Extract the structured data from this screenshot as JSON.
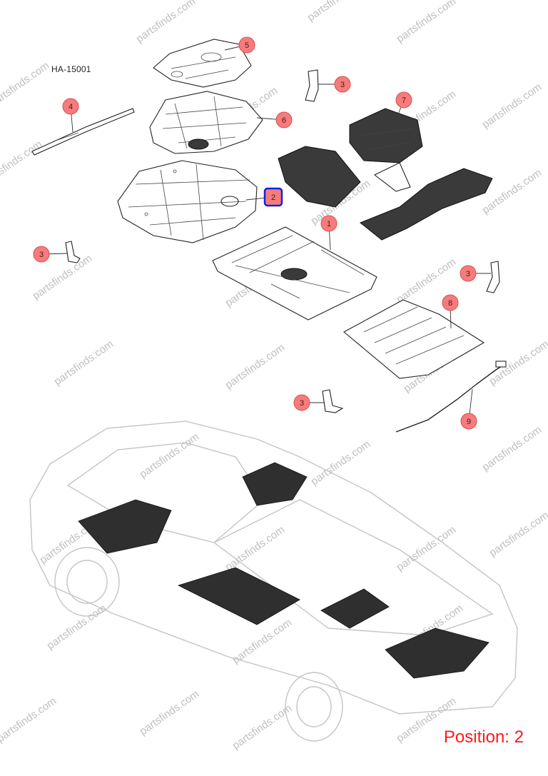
{
  "diagram": {
    "code": "HA-15001",
    "position_label": "Position: 2",
    "watermark": "partsfinds.com",
    "colors": {
      "callout_fill": "#f47c7c",
      "callout_stroke": "#e04c4c",
      "selected_stroke": "#1122dd",
      "position_text": "#ff1a1a"
    },
    "callouts": [
      {
        "label": "5",
        "selected": false
      },
      {
        "label": "3",
        "selected": false
      },
      {
        "label": "4",
        "selected": false
      },
      {
        "label": "6",
        "selected": false
      },
      {
        "label": "7",
        "selected": false
      },
      {
        "label": "2",
        "selected": true
      },
      {
        "label": "1",
        "selected": false
      },
      {
        "label": "3",
        "selected": false
      },
      {
        "label": "3",
        "selected": false
      },
      {
        "label": "8",
        "selected": false
      },
      {
        "label": "3",
        "selected": false
      },
      {
        "label": "9",
        "selected": false
      }
    ]
  }
}
